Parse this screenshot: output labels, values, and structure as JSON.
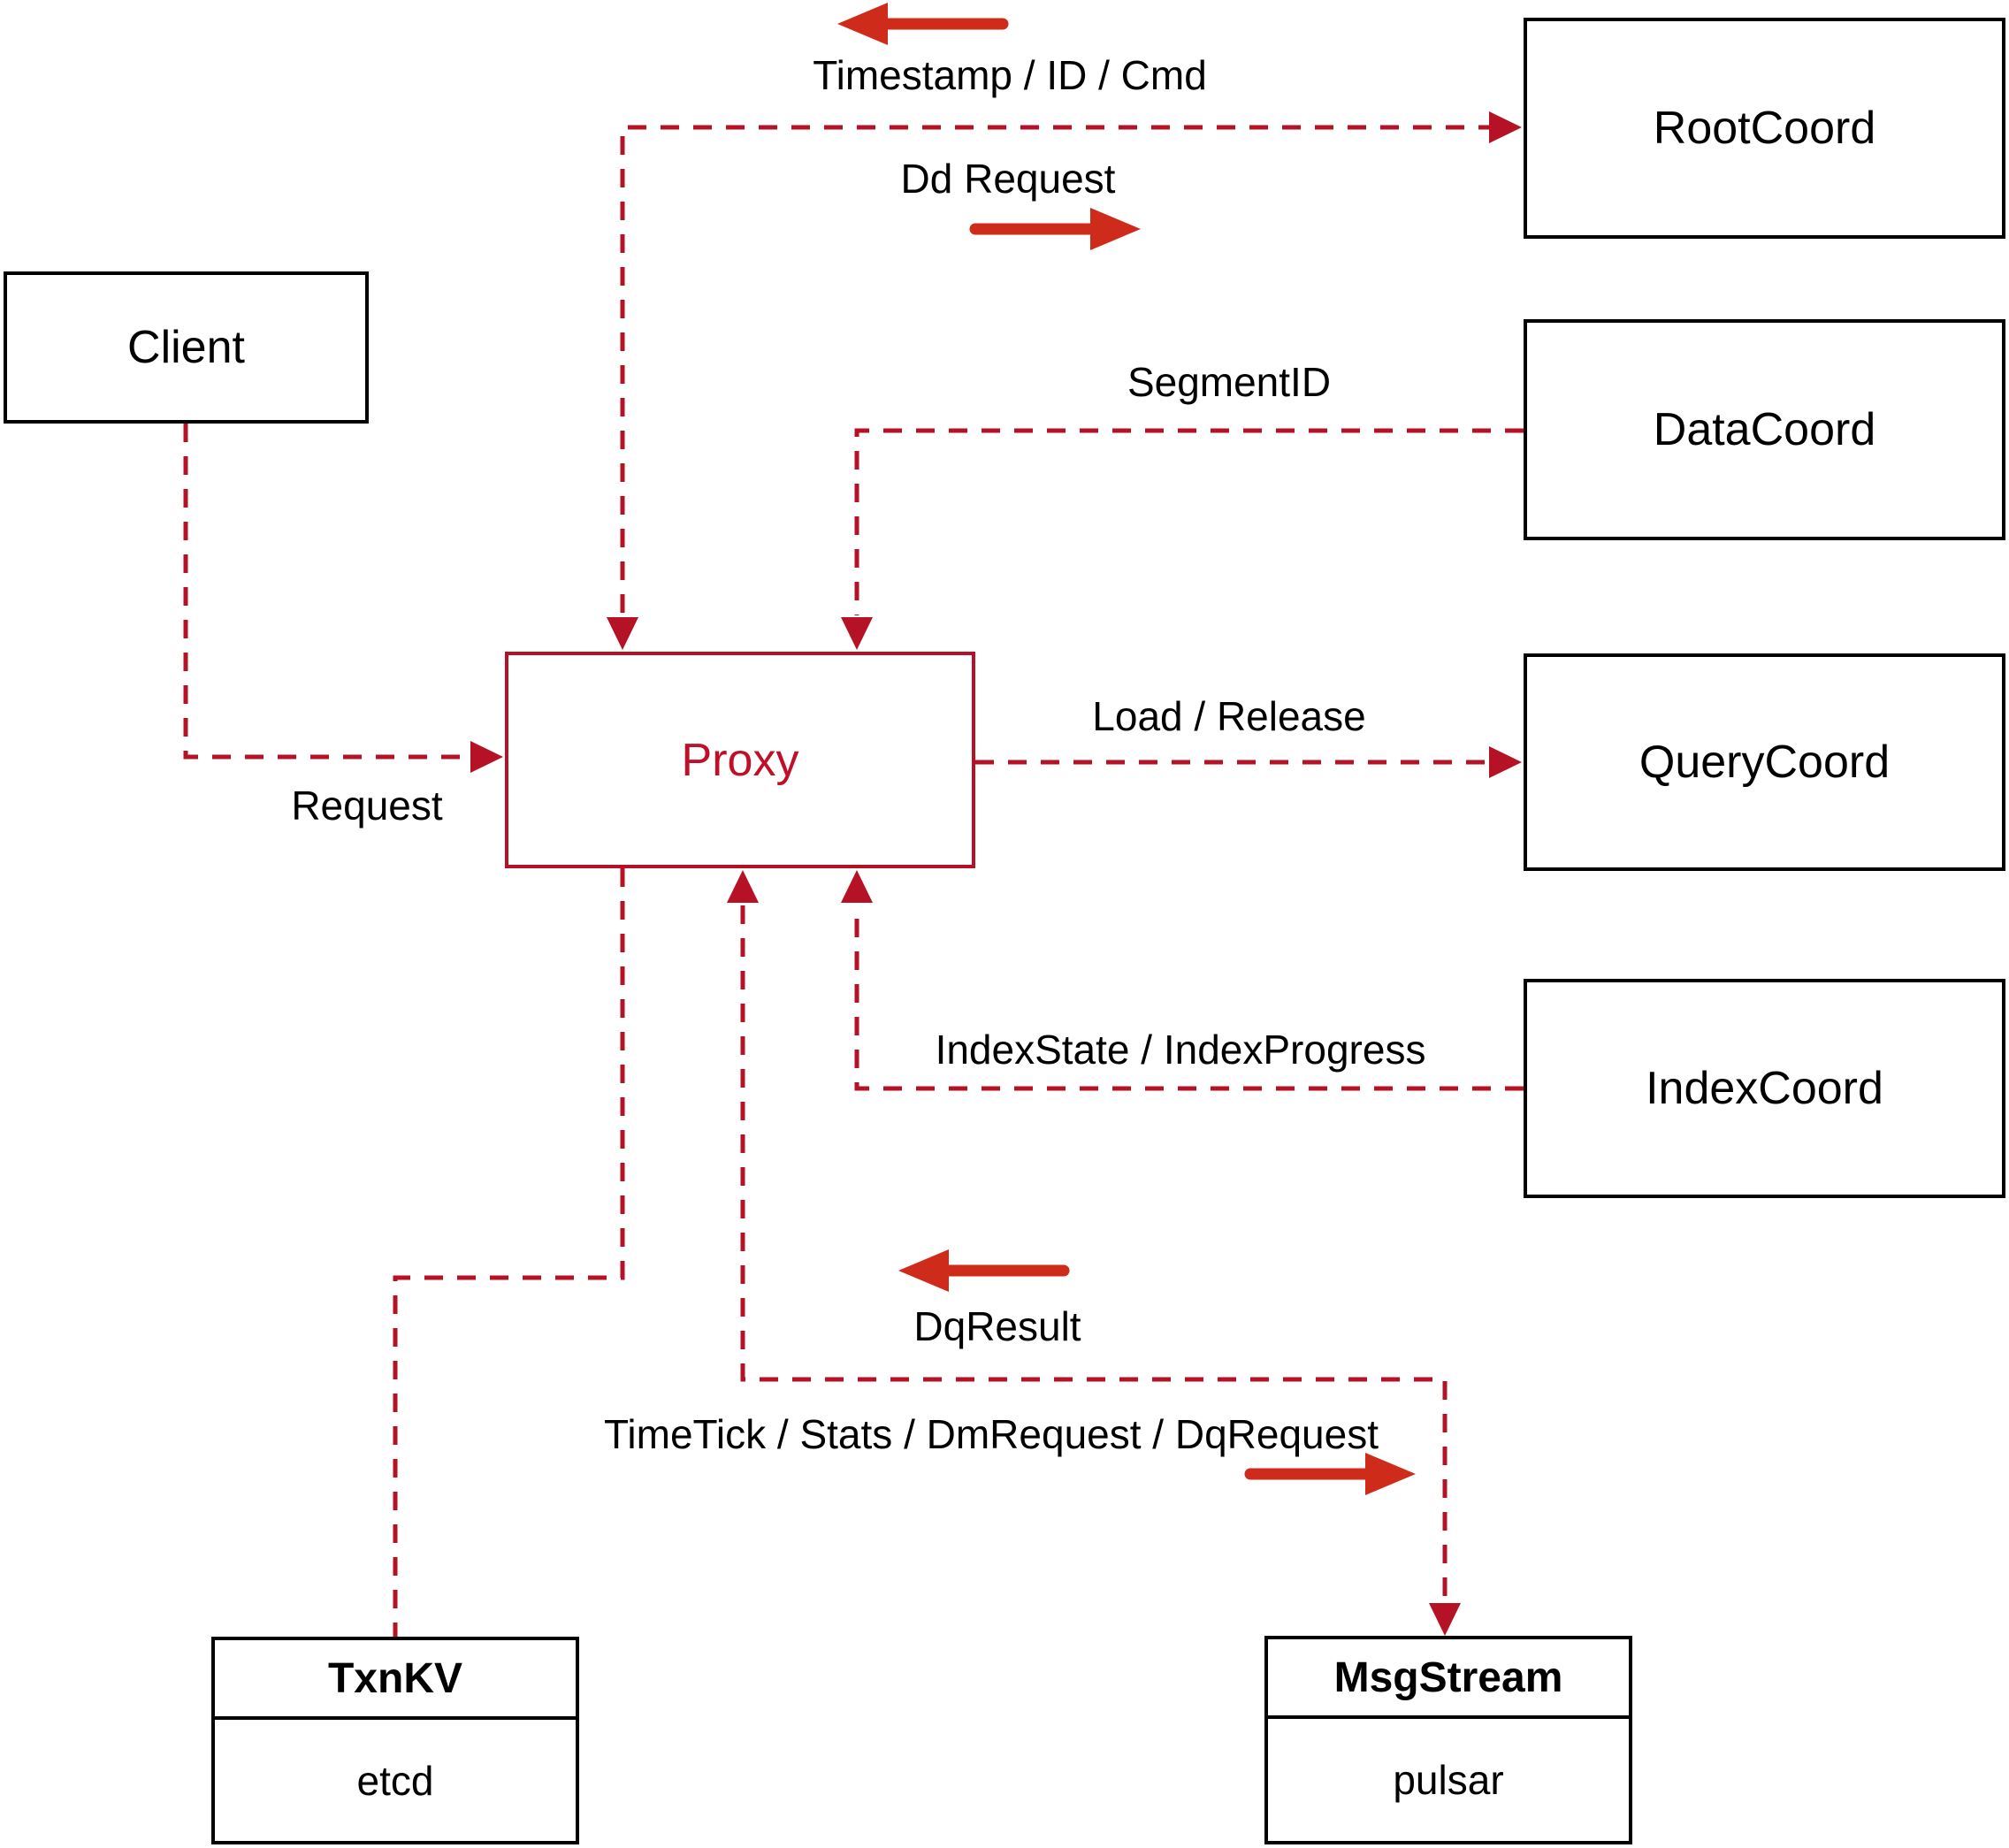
{
  "nodes": {
    "client": {
      "label": "Client"
    },
    "proxy": {
      "label": "Proxy"
    },
    "root_coord": {
      "label": "RootCoord"
    },
    "data_coord": {
      "label": "DataCoord"
    },
    "query_coord": {
      "label": "QueryCoord"
    },
    "index_coord": {
      "label": "IndexCoord"
    },
    "txn_kv": {
      "title": "TxnKV",
      "impl": "etcd"
    },
    "msg_stream": {
      "title": "MsgStream",
      "impl": "pulsar"
    }
  },
  "edges": {
    "client_to_proxy": {
      "style": "dashed-arrow",
      "label": "Request"
    },
    "proxy_rootcoord": {
      "style": "dashed-bidirectional",
      "from_label": "Timestamp / ID / Cmd",
      "to_label": "Dd Request"
    },
    "datacoord_to_proxy": {
      "style": "dashed-arrow",
      "label": "SegmentID"
    },
    "proxy_to_querycoord": {
      "style": "dashed-arrow",
      "label": "Load / Release"
    },
    "indexcoord_to_proxy": {
      "style": "dashed-arrow",
      "label": "IndexState / IndexProgress"
    },
    "proxy_msgstream": {
      "style": "dashed-bidirectional",
      "from_label": "DqResult",
      "to_label": "TimeTick / Stats / DmRequest / DqRequest"
    },
    "proxy_to_txnkv": {
      "style": "dashed-plain"
    }
  },
  "colors": {
    "dashed_line": "#b51226",
    "solid_arrow": "#cf2b1a",
    "proxy_accent": "#c01029",
    "box_border": "#000000",
    "background": "#ffffff",
    "label_text": "#000000"
  }
}
